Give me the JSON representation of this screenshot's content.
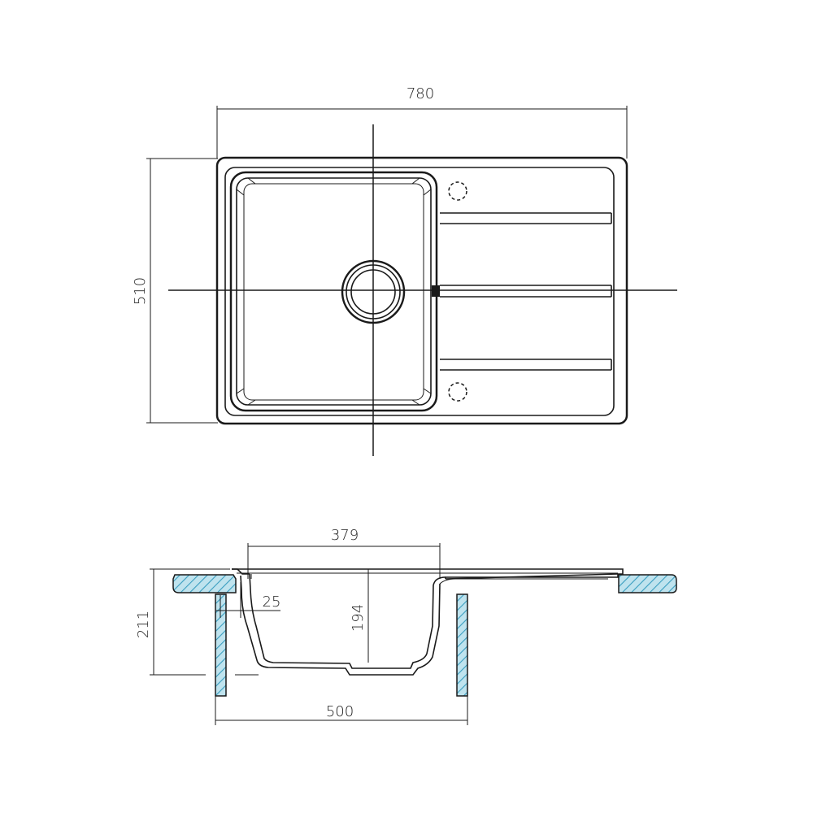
{
  "dimensions": {
    "top_width": "780",
    "top_height": "510",
    "bowl_width": "379",
    "rim_offset": "25",
    "bowl_depth": "194",
    "total_depth": "211",
    "cabinet_width": "500"
  },
  "colors": {
    "line": "#1a1a1a",
    "hatch_fill": "#bfe3ee",
    "hatch_stroke": "#3a9ec0"
  }
}
